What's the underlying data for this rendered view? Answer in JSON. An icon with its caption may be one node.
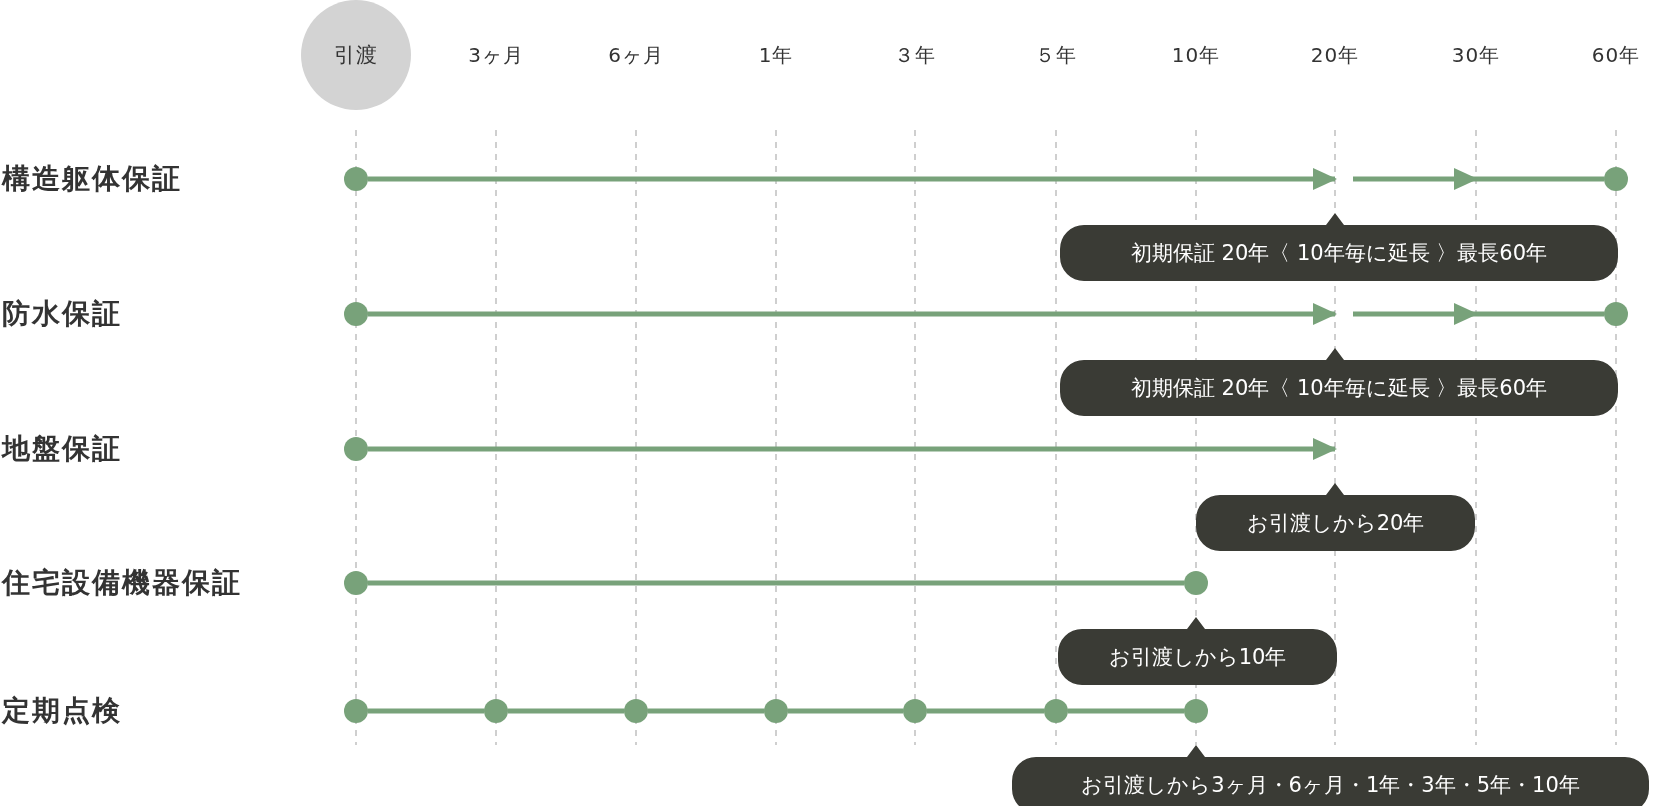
{
  "diagram": {
    "nodes": [
      {
        "text": [
          "引渡"
        ]
      },
      {
        "text": [],
        "shape": "circle"
      },
      {
        "text": [],
        "shape": "circle"
      },
      {
        "text": [
          "初期保証 20年〈 10年毎に延長 〉最長60年"
        ]
      },
      {
        "text": [],
        "shape": "circle"
      },
      {
        "text": [],
        "shape": "circle"
      },
      {
        "text": [
          "初期保証 20年〈 10年毎に延長 〉最長60年"
        ]
      },
      {
        "text": [],
        "shape": "circle"
      },
      {
        "text": [
          "お引渡しから20年"
        ]
      },
      {
        "text": [],
        "shape": "circle"
      },
      {
        "text": [],
        "shape": "circle"
      },
      {
        "text": [
          "お引渡しから10年"
        ]
      },
      {
        "text": [],
        "shape": "circle"
      },
      {
        "text": [],
        "shape": "circle"
      },
      {
        "text": [],
        "shape": "circle"
      },
      {
        "text": [],
        "shape": "circle"
      },
      {
        "text": [],
        "shape": "circle"
      },
      {
        "text": [],
        "shape": "circle"
      },
      {
        "text": [],
        "shape": "circle"
      },
      {
        "text": [
          "お引渡しから3ヶ月・6ヶ月・1年・3年・5年・10年"
        ]
      }
    ],
    "edges": [
      {
        "from": 1,
        "to": 3,
        "arrow": "to"
      },
      {
        "from": null,
        "to": 2,
        "arrow": "none"
      },
      {
        "from": 4,
        "to": 6,
        "arrow": "to"
      },
      {
        "from": null,
        "to": 5,
        "arrow": "none"
      },
      {
        "from": 7,
        "to": 8,
        "arrow": "to"
      },
      {
        "from": 9,
        "to": 10,
        "arrow": "none"
      },
      {
        "from": 12,
        "to": 13,
        "arrow": "none"
      },
      {
        "from": 13,
        "to": 14,
        "arrow": "none"
      },
      {
        "from": 14,
        "to": 15,
        "arrow": "none"
      },
      {
        "from": 15,
        "to": 16,
        "arrow": "none"
      },
      {
        "from": 16,
        "to": 17,
        "arrow": "none"
      },
      {
        "from": 17,
        "to": 18,
        "arrow": "none"
      }
    ],
    "labels": [
      "3ヶ月",
      "6ヶ月",
      "1年",
      "３年",
      "５年",
      "10年",
      "20年",
      "30年",
      "60年",
      "構造躯体保証",
      "防水保証",
      "地盤保証",
      "住宅設備機器保証",
      "定期点検"
    ]
  }
}
